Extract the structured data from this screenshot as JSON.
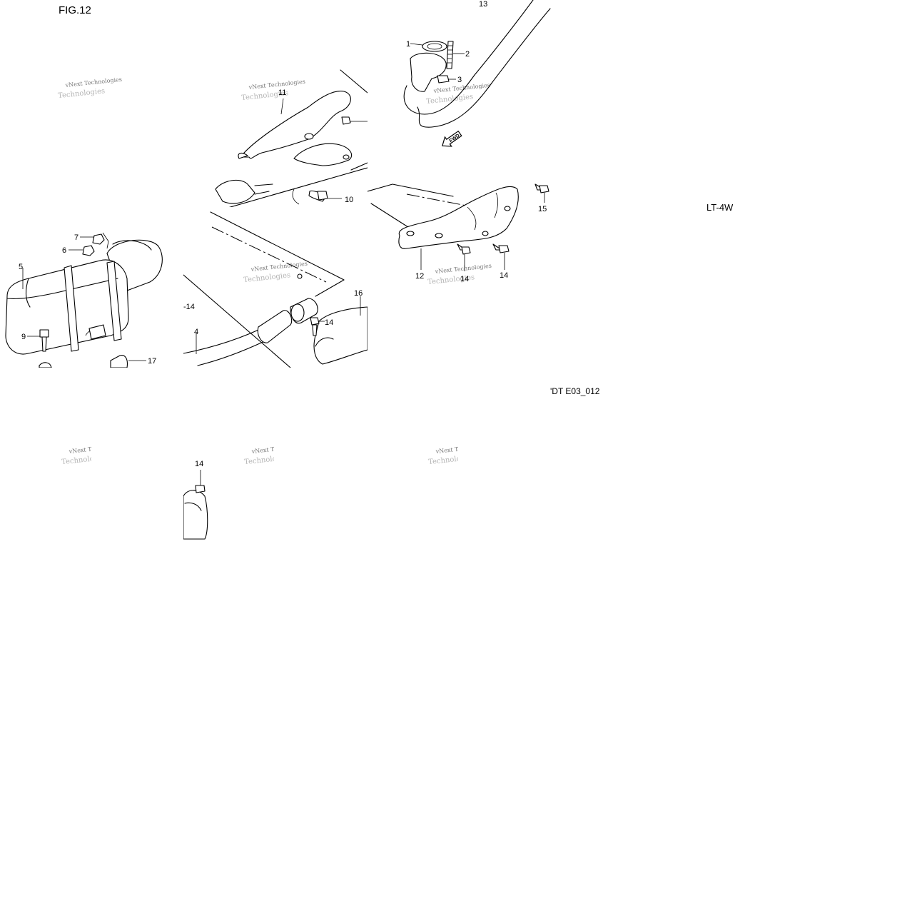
{
  "figure": {
    "title": "FIG.12",
    "model_label": "LT-4W",
    "drawing_code": "'DT E03_012",
    "fwd_label": "FWD"
  },
  "watermark": {
    "line1": "vNext Technologies",
    "line2": "Technologies"
  },
  "callouts": [
    {
      "id": "c13",
      "text": "13"
    },
    {
      "id": "c1",
      "text": "1"
    },
    {
      "id": "c2",
      "text": "2"
    },
    {
      "id": "c3",
      "text": "3"
    },
    {
      "id": "c11",
      "text": "11"
    },
    {
      "id": "c10",
      "text": "10"
    },
    {
      "id": "c15",
      "text": "15"
    },
    {
      "id": "c7",
      "text": "7"
    },
    {
      "id": "c6",
      "text": "6"
    },
    {
      "id": "c5",
      "text": "5"
    },
    {
      "id": "c9",
      "text": "9"
    },
    {
      "id": "c17",
      "text": "17"
    },
    {
      "id": "c12",
      "text": "12"
    },
    {
      "id": "c14a",
      "text": "14"
    },
    {
      "id": "c14b",
      "text": "14"
    },
    {
      "id": "c16",
      "text": "16"
    },
    {
      "id": "c14c",
      "text": "14"
    },
    {
      "id": "c14d",
      "text": "-14"
    },
    {
      "id": "c4",
      "text": "4"
    },
    {
      "id": "c14e",
      "text": "14"
    }
  ]
}
